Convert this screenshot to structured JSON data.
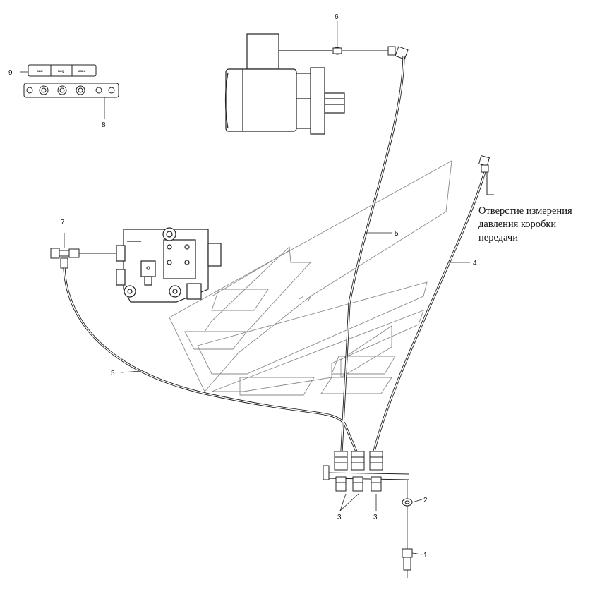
{
  "callouts": {
    "c1": "1",
    "c2": "2",
    "c3a": "3",
    "c3b": "3",
    "c4": "4",
    "c5a": "5",
    "c5b": "5",
    "c6": "6",
    "c7": "7",
    "c8": "8",
    "c9": "9"
  },
  "note": {
    "line1": "Отверстие измерения",
    "line2": "давления коробки",
    "line3": "передачи"
  },
  "plate": {
    "label1": "ABU",
    "label2": "BSQ",
    "label3": "MSLU"
  },
  "colors": {
    "line": "#222222",
    "watermark": "#8a8a8a",
    "callout6": "#777777"
  }
}
